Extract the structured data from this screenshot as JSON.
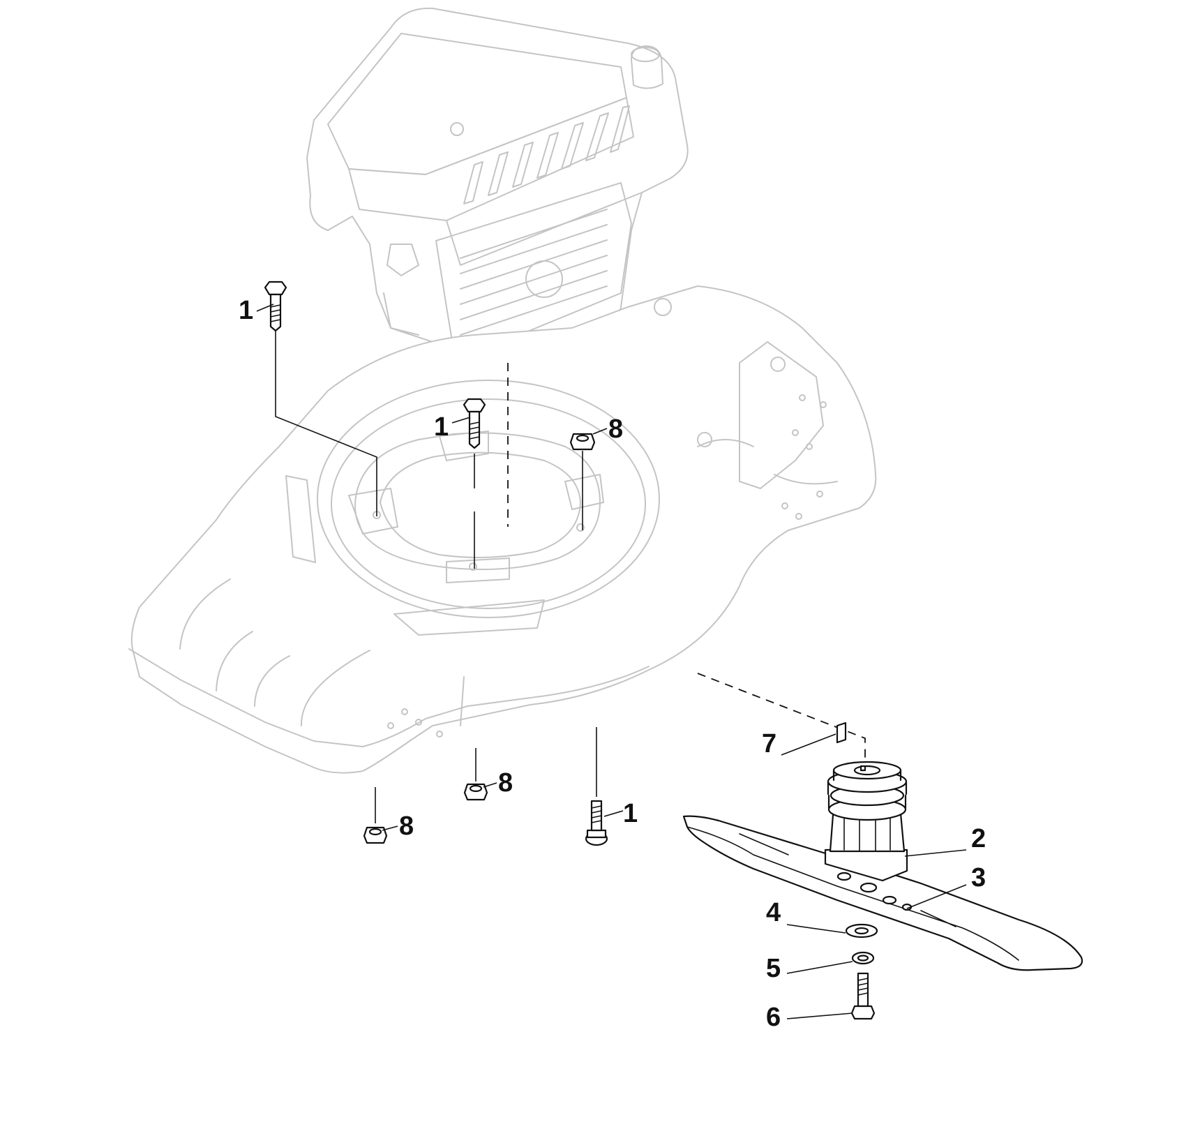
{
  "callouts": [
    {
      "id": "c1a",
      "label": "1",
      "part": "bolt"
    },
    {
      "id": "c1b",
      "label": "1",
      "part": "bolt"
    },
    {
      "id": "c1c",
      "label": "1",
      "part": "bolt"
    },
    {
      "id": "c2",
      "label": "2",
      "part": "blade-adapter"
    },
    {
      "id": "c3",
      "label": "3",
      "part": "blade"
    },
    {
      "id": "c4",
      "label": "4",
      "part": "washer"
    },
    {
      "id": "c5",
      "label": "5",
      "part": "spring-washer"
    },
    {
      "id": "c6",
      "label": "6",
      "part": "blade-bolt"
    },
    {
      "id": "c7",
      "label": "7",
      "part": "key"
    },
    {
      "id": "c8a",
      "label": "8",
      "part": "nut"
    },
    {
      "id": "c8b",
      "label": "8",
      "part": "nut"
    },
    {
      "id": "c8c",
      "label": "8",
      "part": "nut"
    }
  ]
}
